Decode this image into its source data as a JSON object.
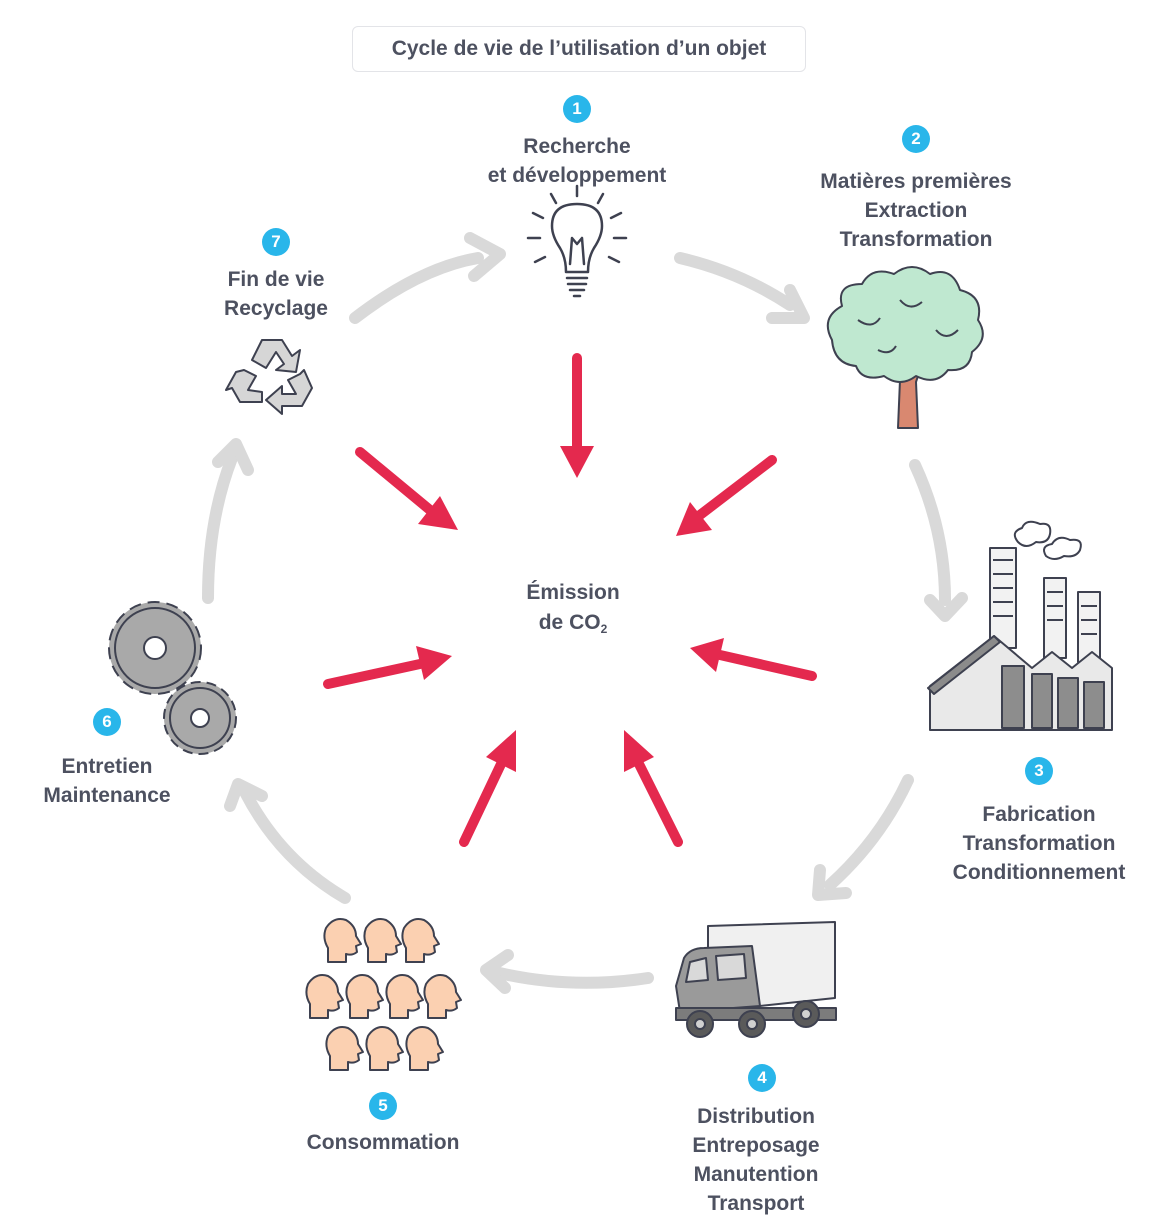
{
  "title": "Cycle de vie de l’utilisation d’un objet",
  "center": {
    "line1": "Émission",
    "line2_prefix": "de CO",
    "line2_sub": "2"
  },
  "steps": [
    {
      "number": "1",
      "lines": [
        "Recherche",
        "et développement"
      ],
      "icon": "lightbulb-icon"
    },
    {
      "number": "2",
      "lines": [
        "Matières premières",
        "Extraction",
        "Transformation"
      ],
      "icon": "tree-icon"
    },
    {
      "number": "3",
      "lines": [
        "Fabrication",
        "Transformation",
        "Conditionnement"
      ],
      "icon": "factory-icon"
    },
    {
      "number": "4",
      "lines": [
        "Distribution",
        "Entreposage",
        "Manutention",
        "Transport"
      ],
      "icon": "truck-icon"
    },
    {
      "number": "5",
      "lines": [
        "Consommation"
      ],
      "icon": "people-heads-icon"
    },
    {
      "number": "6",
      "lines": [
        "Entretien",
        "Maintenance"
      ],
      "icon": "gears-icon"
    },
    {
      "number": "7",
      "lines": [
        "Fin de vie",
        "Recyclage"
      ],
      "icon": "recycle-icon"
    }
  ],
  "colors": {
    "badge": "#29b6ea",
    "emission_arrow": "#e4294e",
    "cycle_arrow": "#d9d9d9",
    "text": "#4d5160"
  }
}
